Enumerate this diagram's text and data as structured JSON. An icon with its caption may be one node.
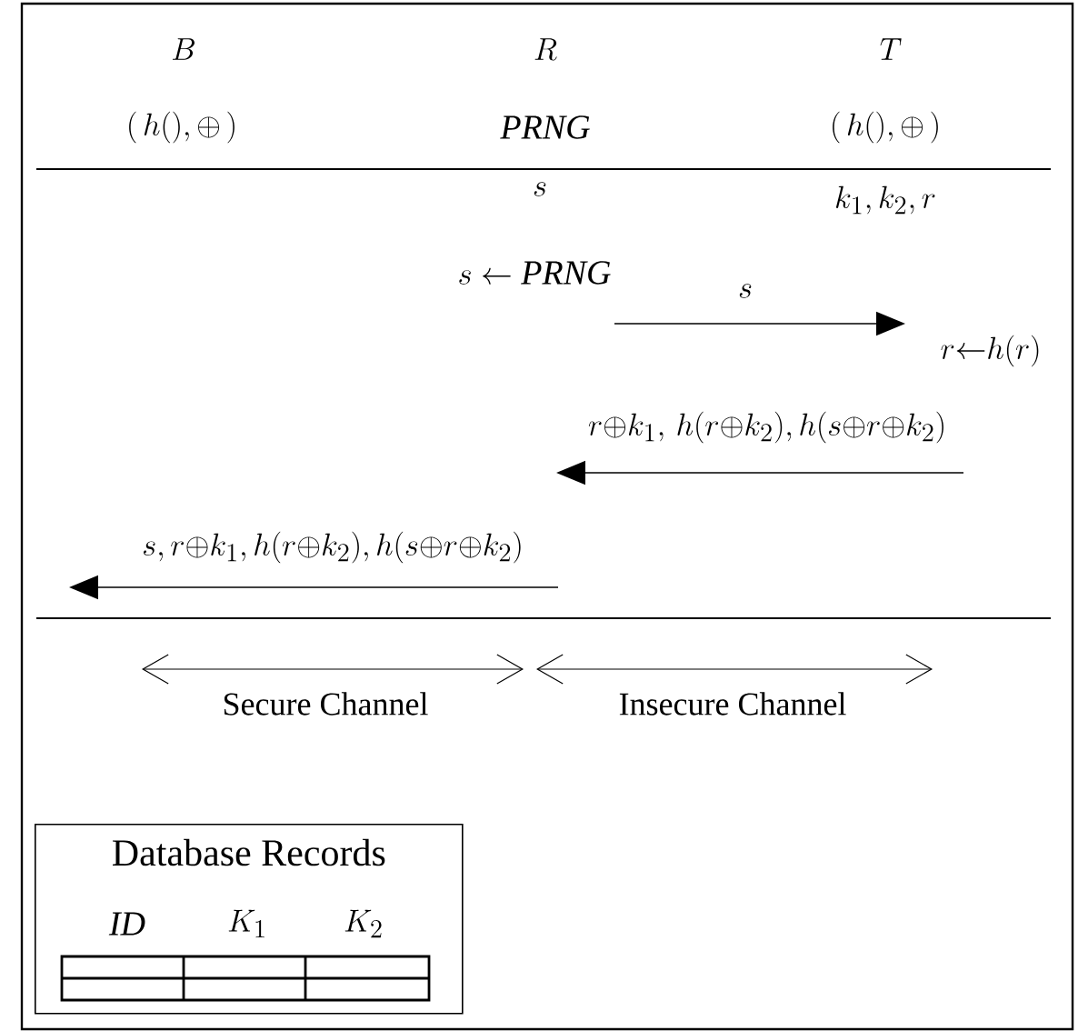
{
  "diagram": {
    "nodes": [
      {
        "text": [
          "Database Records"
        ]
      }
    ],
    "labels": [
      "B",
      "R",
      "T",
      "(\\,h(),\\oplus\\,)",
      "\\mathit{PRNG}",
      "(\\,h(),\\oplus\\,)",
      "s",
      "k_1,k_2,r",
      "s \\leftarrow \\mathit{PRNG}",
      "s",
      "r{\\leftarrow}h(r)",
      "r{\\oplus}k_1,\\,h(r{\\oplus}k_2),h(s{\\oplus}r{\\oplus}k_2)",
      "s,r{\\oplus}k_1,h(r{\\oplus}k_2),h(s{\\oplus}r{\\oplus}k_2)",
      "Secure Channel",
      "Insecure Channel",
      "\\mathit{ID}",
      "K_1",
      "K_2"
    ]
  }
}
